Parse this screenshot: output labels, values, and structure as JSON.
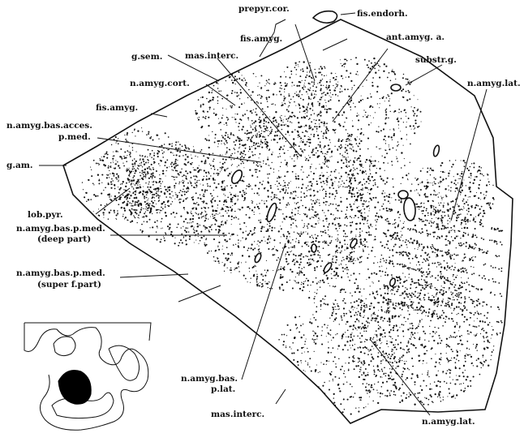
{
  "labels": {
    "prepyr_cor": "prepyr.cor.",
    "fis_endorh": "fis.endorh.",
    "fis_amyg_top": "fis.amyg.",
    "ant_amyg_a": "ant.amyg. a.",
    "g_sem": "g.sem.",
    "mas_interc_top": "mas.interc.",
    "substr_g": "substr.g.",
    "n_amyg_lat_right": "n.amyg.lat.",
    "n_amyg_cort": "n.amyg.cort.",
    "fis_amyg_left": "fis.amyg.",
    "n_amyg_bas_acces_1": "n.amyg.bas.acces.",
    "n_amyg_bas_acces_2": "p.med.",
    "g_am": "g.am.",
    "lob_pyr": "lob.pyr.",
    "deep_1": "n.amyg.bas.p.med.",
    "deep_2": "(deep part)",
    "super_1": "n.amyg.bas.p.med.",
    "super_2": "(super f.part)",
    "bas_lat_1": "n.amyg.bas.",
    "bas_lat_2": "p.lat.",
    "mas_interc_bottom": "mas.interc.",
    "n_amyg_lat_bottom": "n.amyg.lat."
  },
  "colors": {
    "ink": "#111111",
    "paper": "#ffffff"
  }
}
